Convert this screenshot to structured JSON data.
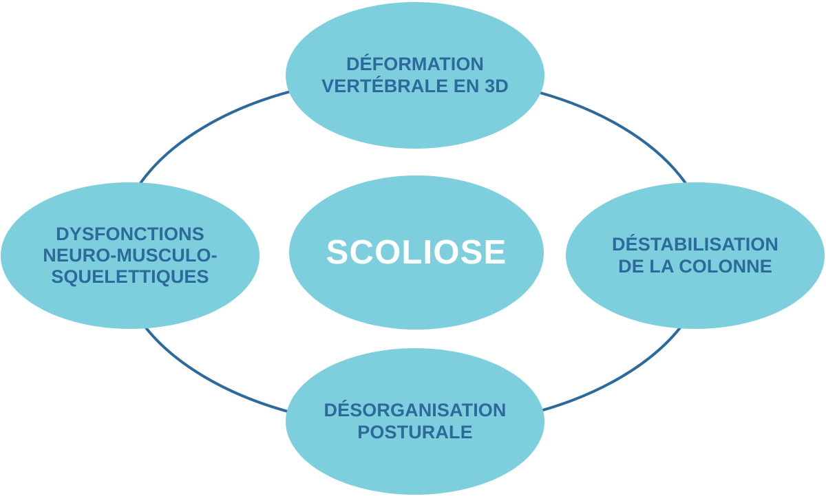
{
  "diagram": {
    "type": "cycle-diagram",
    "title": "SCOLIOSE",
    "colors": {
      "ellipse_fill": "#7ecfde",
      "outer_text": "#2c6a9b",
      "center_text": "#ffffff",
      "connector_stroke": "#2c6a9b",
      "background": "#ffffff"
    },
    "center": {
      "label": "SCOLIOSE"
    },
    "nodes": [
      {
        "id": "top",
        "label": "DÉFORMATION\nVERTÉBRALE EN 3D"
      },
      {
        "id": "right",
        "label": "DÉSTABILISATION\nDE LA COLONNE"
      },
      {
        "id": "bottom",
        "label": "DÉSORGANISATION\nPOSTURALE"
      },
      {
        "id": "left",
        "label": "DYSFONCTIONS\nNEURO-MUSCULO-\nSQUELETTIQUES"
      }
    ]
  }
}
